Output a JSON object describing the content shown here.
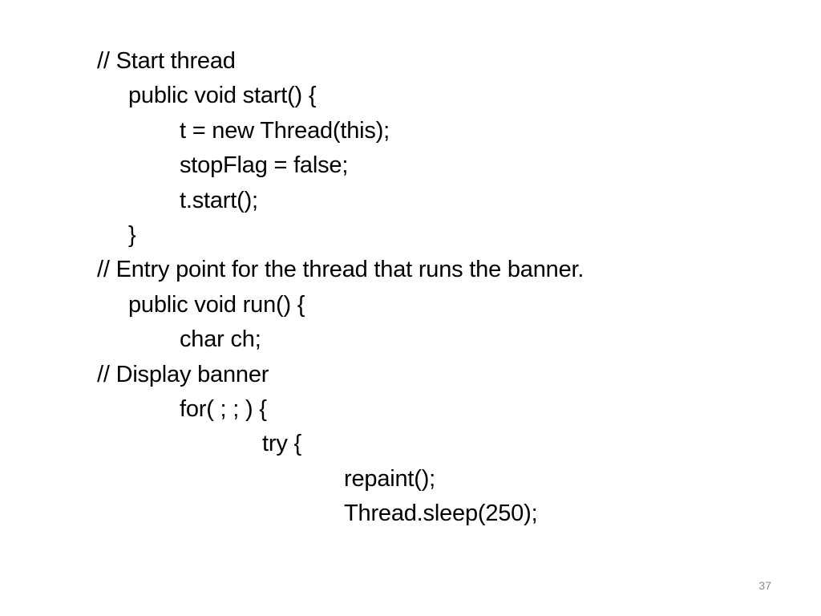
{
  "slide": {
    "page_number": "37",
    "lines": [
      {
        "text": "// Start thread",
        "indent": 0
      },
      {
        "text": "public void start() {",
        "indent": 1
      },
      {
        "text": "t = new Thread(this);",
        "indent": 2
      },
      {
        "text": "stopFlag = false;",
        "indent": 2
      },
      {
        "text": "t.start();",
        "indent": 2
      },
      {
        "text": "}",
        "indent": 1
      },
      {
        "text": "// Entry point for the thread that runs the banner.",
        "indent": 0
      },
      {
        "text": "public void run() {",
        "indent": 1
      },
      {
        "text": "char ch;",
        "indent": 2
      },
      {
        "text": "// Display banner",
        "indent": 0
      },
      {
        "text": "for( ; ; ) {",
        "indent": 2
      },
      {
        "text": "try {",
        "indent": 3
      },
      {
        "text": "repaint();",
        "indent": 4
      },
      {
        "text": "Thread.sleep(250);",
        "indent": 4
      }
    ]
  }
}
